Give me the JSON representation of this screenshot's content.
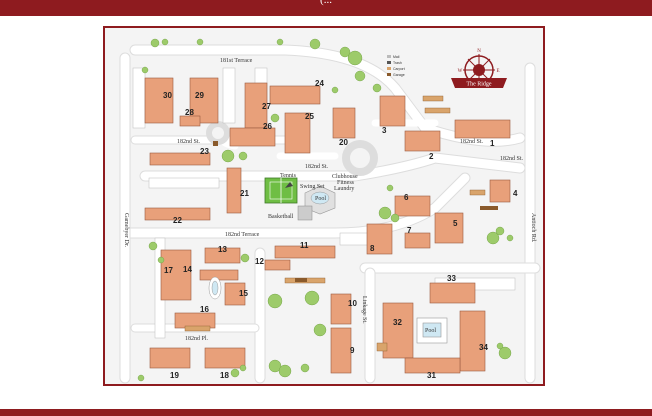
{
  "header": {
    "partial_text": "(..."
  },
  "logo": {
    "text": "The Ridge",
    "compass": [
      "N",
      "E",
      "S",
      "W"
    ]
  },
  "legend": {
    "items": [
      {
        "label": "Mail",
        "color": "#bbbbbb"
      },
      {
        "label": "Trash",
        "color": "#555555"
      },
      {
        "label": "Carport",
        "color": "#d9a46b"
      },
      {
        "label": "Garage",
        "color": "#8a5a2b"
      }
    ]
  },
  "streets": {
    "s181_terrace": "181st Terrace",
    "s182_terrace": "182nd Terrace",
    "s182_st_a": "182nd St.",
    "s182_st_b": "182nd St.",
    "s182_st_c": "182nd St.",
    "s182_st_d": "182nd St.",
    "s182_pl": "182nd Pl.",
    "gamebyer": "Gamebyer Dr.",
    "antioch": "Antioch Rd.",
    "linkage": "Linkage St."
  },
  "amenities": {
    "tennis": "Tennis",
    "basketball": "Basketball",
    "swing_set": "Swing Set",
    "clubhouse": "Clubhouse",
    "fitness": "Fitness",
    "laundry": "Laundry",
    "pool_a": "Pool",
    "pool_b": "Pool"
  },
  "buildings": [
    "1",
    "2",
    "3",
    "4",
    "5",
    "6",
    "7",
    "8",
    "9",
    "10",
    "11",
    "12",
    "13",
    "14",
    "15",
    "16",
    "17",
    "18",
    "19",
    "20",
    "21",
    "22",
    "23",
    "24",
    "25",
    "26",
    "27",
    "28",
    "29",
    "30",
    "31",
    "32",
    "33",
    "34"
  ],
  "colors": {
    "brand": "#8e1b1f",
    "building": "#e8a07a",
    "building_stroke": "#9a5a40",
    "road": "#ffffff",
    "grass": "#f4f4f4",
    "tree": "#9dcb6a"
  }
}
